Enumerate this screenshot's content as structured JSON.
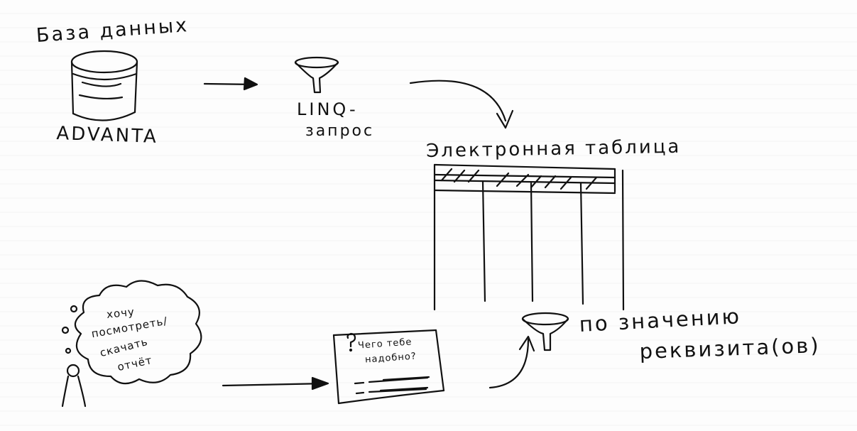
{
  "diagram": {
    "database": {
      "title": "База данных",
      "name": "ADVANTA"
    },
    "query": {
      "label_line1": "LINQ-",
      "label_line2": "запрос"
    },
    "spreadsheet": {
      "title": "Электронная таблица"
    },
    "user_thought": {
      "line1": "хочу",
      "line2": "посмотреть/",
      "line3": "скачать",
      "line4": "отчёт"
    },
    "request_form": {
      "line1": "Чего тебе",
      "line2": "надобно?"
    },
    "filter_by_value": {
      "line1": "по значению",
      "line2": "реквизита(ов)"
    }
  }
}
